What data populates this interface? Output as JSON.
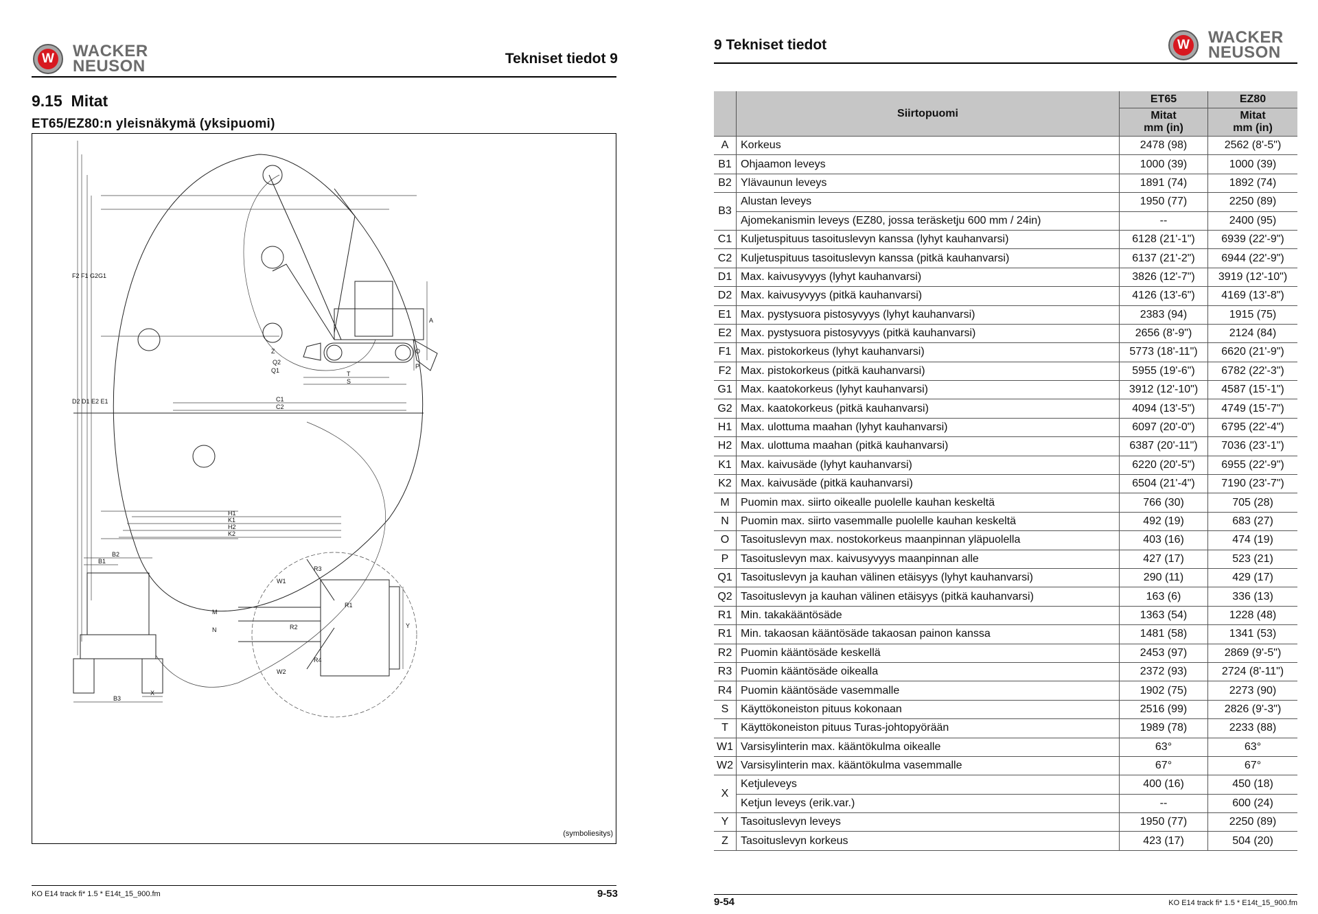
{
  "left_page": {
    "logo": {
      "mark": "W",
      "line1": "WACKER",
      "line2": "NEUSON"
    },
    "header_title": "Tekniset tiedot 9",
    "section_number": "9.15",
    "section_title": "Mitat",
    "subtitle": "ET65/EZ80:n yleisnäkymä (yksipuomi)",
    "figure_caption": "(symboliesitys)",
    "figure_labels": {
      "left_group_top": "F2 F1 G2G1",
      "left_group_bottom": "D2 D1 E2 E1",
      "a": "A",
      "o": "O",
      "p": "P",
      "z": "Z",
      "q2": "Q2",
      "q1": "Q1",
      "t": "T",
      "s": "S",
      "c1": "C1",
      "c2": "C2",
      "h1": "H1",
      "k1": "K1",
      "h2": "H2",
      "k2": "K2",
      "b1": "B1",
      "b2": "B2",
      "b3": "B3",
      "x": "X",
      "w1": "W1",
      "w2": "W2",
      "r1": "R1",
      "r2": "R2",
      "r3": "R3",
      "r4": "R4",
      "m": "M",
      "n": "N",
      "y": "Y"
    },
    "footer_left": "KO E14 track fi* 1.5 * E14t_15_900.fm",
    "footer_page": "9-53"
  },
  "right_page": {
    "logo": {
      "mark": "W",
      "line1": "WACKER",
      "line2": "NEUSON"
    },
    "header_title": "9 Tekniset tiedot",
    "footer_page": "9-54",
    "footer_right": "KO E14 track fi* 1.5 * E14t_15_900.fm",
    "table": {
      "header_group": "Siirtopuomi",
      "col_et": "ET65",
      "col_ez": "EZ80",
      "unit_label_1": "Mitat",
      "unit_label_2": "mm (in)",
      "rows": [
        {
          "code": "A",
          "desc": "Korkeus",
          "et": "2478 (98)",
          "ez": "2562 (8'-5\")"
        },
        {
          "code": "B1",
          "desc": "Ohjaamon leveys",
          "et": "1000 (39)",
          "ez": "1000 (39)"
        },
        {
          "code": "B2",
          "desc": "Ylävaunun leveys",
          "et": "1891 (74)",
          "ez": "1892 (74)"
        },
        {
          "code": "B3",
          "desc": "Alustan leveys",
          "et": "1950 (77)",
          "ez": "2250 (89)"
        },
        {
          "code": "",
          "desc": "Ajomekanismin leveys (EZ80, jossa teräsketju 600 mm / 24in)",
          "et": "--",
          "ez": "2400 (95)"
        },
        {
          "code": "C1",
          "desc": "Kuljetuspituus tasoituslevyn kanssa (lyhyt kauhanvarsi)",
          "et": "6128 (21'-1\")",
          "ez": "6939 (22'-9\")"
        },
        {
          "code": "C2",
          "desc": "Kuljetuspituus tasoituslevyn kanssa (pitkä kauhanvarsi)",
          "et": "6137 (21'-2\")",
          "ez": "6944 (22'-9\")"
        },
        {
          "code": "D1",
          "desc": "Max. kaivusyvyys (lyhyt kauhanvarsi)",
          "et": "3826 (12'-7\")",
          "ez": "3919 (12'-10\")"
        },
        {
          "code": "D2",
          "desc": "Max. kaivusyvyys (pitkä kauhanvarsi)",
          "et": "4126 (13'-6\")",
          "ez": "4169 (13'-8\")"
        },
        {
          "code": "E1",
          "desc": "Max. pystysuora pistosyvyys (lyhyt kauhanvarsi)",
          "et": "2383 (94)",
          "ez": "1915 (75)"
        },
        {
          "code": "E2",
          "desc": "Max. pystysuora pistosyvyys (pitkä kauhanvarsi)",
          "et": "2656 (8'-9\")",
          "ez": "2124 (84)"
        },
        {
          "code": "F1",
          "desc": "Max. pistokorkeus (lyhyt kauhanvarsi)",
          "et": "5773 (18'-11\")",
          "ez": "6620 (21'-9\")"
        },
        {
          "code": "F2",
          "desc": "Max. pistokorkeus (pitkä kauhanvarsi)",
          "et": "5955 (19'-6\")",
          "ez": "6782 (22'-3\")"
        },
        {
          "code": "G1",
          "desc": "Max. kaatokorkeus (lyhyt kauhanvarsi)",
          "et": "3912 (12'-10\")",
          "ez": "4587 (15'-1\")"
        },
        {
          "code": "G2",
          "desc": "Max. kaatokorkeus (pitkä kauhanvarsi)",
          "et": "4094 (13'-5\")",
          "ez": "4749 (15'-7\")"
        },
        {
          "code": "H1",
          "desc": "Max. ulottuma maahan (lyhyt kauhanvarsi)",
          "et": "6097 (20'-0\")",
          "ez": "6795 (22'-4\")"
        },
        {
          "code": "H2",
          "desc": "Max. ulottuma maahan (pitkä kauhanvarsi)",
          "et": "6387 (20'-11\")",
          "ez": "7036 (23'-1\")"
        },
        {
          "code": "K1",
          "desc": "Max. kaivusäde (lyhyt kauhanvarsi)",
          "et": "6220 (20'-5\")",
          "ez": "6955 (22'-9\")"
        },
        {
          "code": "K2",
          "desc": "Max. kaivusäde (pitkä kauhanvarsi)",
          "et": "6504 (21'-4\")",
          "ez": "7190 (23'-7\")"
        },
        {
          "code": "M",
          "desc": "Puomin max. siirto oikealle puolelle kauhan keskeltä",
          "et": "766 (30)",
          "ez": "705 (28)"
        },
        {
          "code": "N",
          "desc": "Puomin max. siirto vasemmalle puolelle kauhan keskeltä",
          "et": "492 (19)",
          "ez": "683 (27)"
        },
        {
          "code": "O",
          "desc": "Tasoituslevyn max. nostokorkeus maanpinnan yläpuolella",
          "et": "403 (16)",
          "ez": "474 (19)"
        },
        {
          "code": "P",
          "desc": "Tasoituslevyn max. kaivusyvyys maanpinnan alle",
          "et": "427 (17)",
          "ez": "523 (21)"
        },
        {
          "code": "Q1",
          "desc": "Tasoituslevyn ja kauhan välinen etäisyys (lyhyt kauhanvarsi)",
          "et": "290 (11)",
          "ez": "429 (17)"
        },
        {
          "code": "Q2",
          "desc": "Tasoituslevyn ja kauhan välinen etäisyys (pitkä kauhanvarsi)",
          "et": "163 (6)",
          "ez": "336 (13)"
        },
        {
          "code": "R1",
          "desc": "Min. takakääntösäde",
          "et": "1363 (54)",
          "ez": "1228 (48)"
        },
        {
          "code": "R1",
          "desc": "Min. takaosan kääntösäde takaosan painon kanssa",
          "et": "1481 (58)",
          "ez": "1341 (53)"
        },
        {
          "code": "R2",
          "desc": "Puomin kääntösäde keskellä",
          "et": "2453 (97)",
          "ez": "2869 (9'-5\")"
        },
        {
          "code": "R3",
          "desc": "Puomin kääntösäde oikealla",
          "et": "2372 (93)",
          "ez": "2724 (8'-11\")"
        },
        {
          "code": "R4",
          "desc": "Puomin kääntösäde vasemmalle",
          "et": "1902 (75)",
          "ez": "2273 (90)"
        },
        {
          "code": "S",
          "desc": "Käyttökoneiston pituus kokonaan",
          "et": "2516 (99)",
          "ez": "2826 (9'-3\")"
        },
        {
          "code": "T",
          "desc": "Käyttökoneiston pituus Turas-johtopyörään",
          "et": "1989 (78)",
          "ez": "2233 (88)"
        },
        {
          "code": "W1",
          "desc": "Varsisylinterin max. kääntökulma oikealle",
          "et": "63°",
          "ez": "63°"
        },
        {
          "code": "W2",
          "desc": "Varsisylinterin max. kääntökulma vasemmalle",
          "et": "67°",
          "ez": "67°"
        },
        {
          "code": "X",
          "desc": "Ketjuleveys",
          "et": "400 (16)",
          "ez": "450 (18)"
        },
        {
          "code": "",
          "desc": "Ketjun leveys (erik.var.)",
          "et": "--",
          "ez": "600 (24)"
        },
        {
          "code": "Y",
          "desc": "Tasoituslevyn leveys",
          "et": "1950 (77)",
          "ez": "2250 (89)"
        },
        {
          "code": "Z",
          "desc": "Tasoituslevyn korkeus",
          "et": "423 (17)",
          "ez": "504 (20)"
        }
      ]
    }
  }
}
